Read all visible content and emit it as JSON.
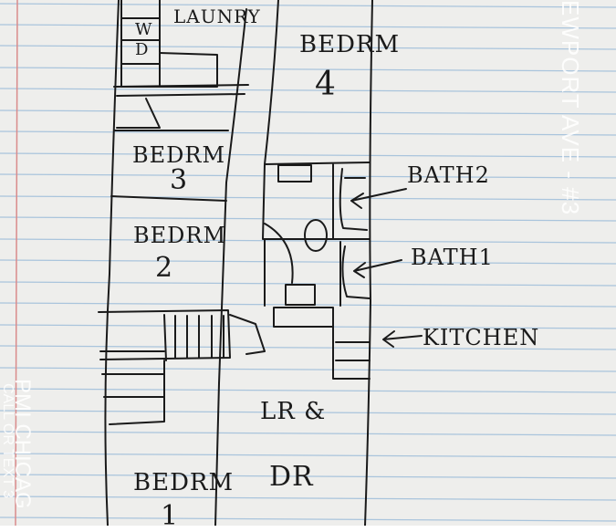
{
  "colors": {
    "paper": "#eeeeec",
    "rule_line": "#a9c4dc",
    "margin_line": "#d98b8b",
    "ink": "#1a1a1a",
    "watermark": "#ffffff"
  },
  "rooms": {
    "laundry": "LAUNRY",
    "washer_dryer_w": "W",
    "washer_dryer_d": "D",
    "bedroom4_label": "BEDRM",
    "bedroom4_number": "4",
    "bedroom3_label": "BEDRM",
    "bedroom3_number": "3",
    "bedroom2_label": "BEDRM",
    "bedroom2_number": "2",
    "bath2": "BATH2",
    "bath1": "BATH1",
    "kitchen": "KITCHEN",
    "living_dining_line1": "LR &",
    "living_dining_line2": "DR",
    "bedroom1_label": "BEDRM",
    "bedroom1_number": "1"
  },
  "watermark": {
    "address": "EWPORT AVE - #3",
    "brand": "PMI CHICAG",
    "contact": "CALL OR TEXT 3"
  }
}
